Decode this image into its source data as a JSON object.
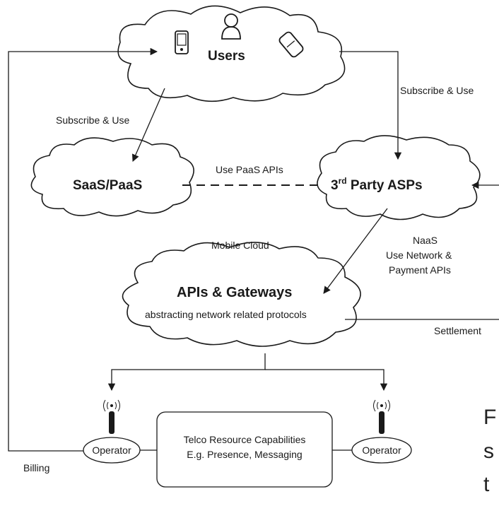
{
  "nodes": {
    "users": "Users",
    "saas": "SaaS/PaaS",
    "asps_pre": "3",
    "asps_sup": "rd",
    "asps_post": " Party ASPs",
    "apis_title": "APIs & Gateways",
    "apis_sub": "abstracting network related protocols",
    "operator_left": "Operator",
    "operator_right": "Operator",
    "telco_line1": "Telco Resource Capabilities",
    "telco_line2": "E.g. Presence, Messaging"
  },
  "edges": {
    "subscribe_left": "Subscribe & Use",
    "subscribe_right": "Subscribe & Use",
    "use_paas": "Use PaaS APIs",
    "naas_1": "NaaS",
    "naas_2": "Use Network &",
    "naas_3": "Payment APIs",
    "settlement": "Settlement",
    "billing": "Billing"
  },
  "labels": {
    "mobile_cloud": "Mobile Cloud"
  },
  "cutoff_text": {
    "line1": "F",
    "line2": "s",
    "line3": "t"
  }
}
